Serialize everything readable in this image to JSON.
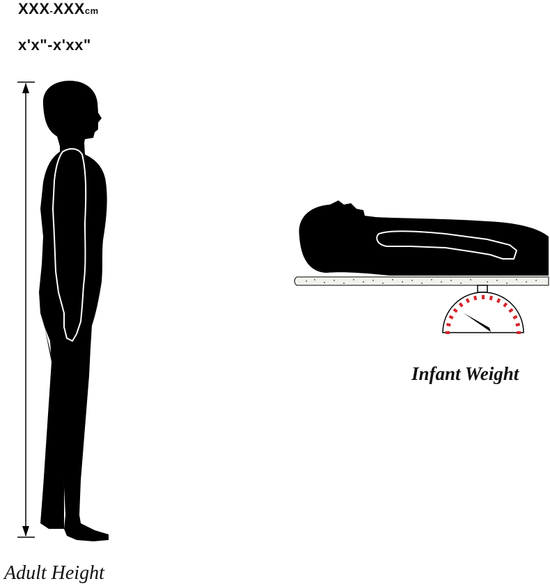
{
  "measurements": {
    "cm_a": "XXX",
    "cm_sep": "-",
    "cm_b": "XXX",
    "cm_unit": "cm",
    "feet_inches": "x'x\"-x'xx\""
  },
  "captions": {
    "adult": "Adult Height",
    "infant": "Infant Weight"
  },
  "colors": {
    "silhouette": "#000000",
    "scale_ticks": "#d8232a",
    "arm_outline": "#ffffff"
  },
  "scale": {
    "needle_fraction": 0.35
  }
}
